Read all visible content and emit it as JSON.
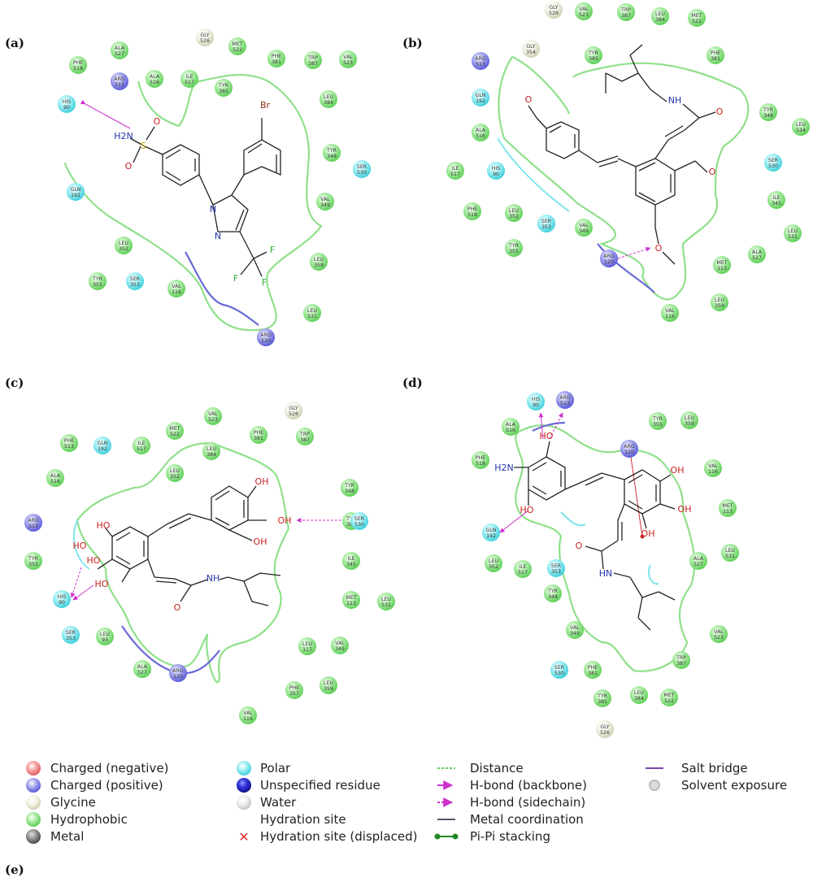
{
  "panels": {
    "a": {
      "label": "(a)"
    },
    "b": {
      "label": "(b)"
    },
    "c": {
      "label": "(c)"
    },
    "d": {
      "label": "(d)"
    },
    "e": {
      "label": "(e)"
    }
  },
  "residue_colors": {
    "hydrophobic": "#8ee08a",
    "polar": "#7fe6ee",
    "positive": "#8a8ae8",
    "glycine": "#ebebd8",
    "negative": "#f08080",
    "metal": "#8a8a8a",
    "unspecified": "#2a2acc",
    "water": "#dddddd"
  },
  "residues": {
    "a": [
      {
        "name": "PHE",
        "num": "518",
        "type": "hydrophobic"
      },
      {
        "name": "ALA",
        "num": "527",
        "type": "hydrophobic"
      },
      {
        "name": "ARG",
        "num": "513",
        "type": "positive"
      },
      {
        "name": "ALA",
        "num": "516",
        "type": "hydrophobic"
      },
      {
        "name": "GLY",
        "num": "526",
        "type": "glycine"
      },
      {
        "name": "ILE",
        "num": "517",
        "type": "hydrophobic"
      },
      {
        "name": "MET",
        "num": "522",
        "type": "hydrophobic"
      },
      {
        "name": "TYR",
        "num": "385",
        "type": "hydrophobic"
      },
      {
        "name": "PHE",
        "num": "381",
        "type": "hydrophobic"
      },
      {
        "name": "TRP",
        "num": "387",
        "type": "hydrophobic"
      },
      {
        "name": "VAL",
        "num": "523",
        "type": "hydrophobic"
      },
      {
        "name": "LEU",
        "num": "384",
        "type": "hydrophobic"
      },
      {
        "name": "HIS",
        "num": "90",
        "type": "polar"
      },
      {
        "name": "TYR",
        "num": "348",
        "type": "hydrophobic"
      },
      {
        "name": "GLN",
        "num": "192",
        "type": "polar"
      },
      {
        "name": "SER",
        "num": "530",
        "type": "polar"
      },
      {
        "name": "VAL",
        "num": "349",
        "type": "hydrophobic"
      },
      {
        "name": "LEU",
        "num": "352",
        "type": "hydrophobic"
      },
      {
        "name": "LEU",
        "num": "359",
        "type": "hydrophobic"
      },
      {
        "name": "TYR",
        "num": "355",
        "type": "hydrophobic"
      },
      {
        "name": "SER",
        "num": "353",
        "type": "polar"
      },
      {
        "name": "VAL",
        "num": "116",
        "type": "hydrophobic"
      },
      {
        "name": "LEU",
        "num": "531",
        "type": "hydrophobic"
      },
      {
        "name": "ARG",
        "num": "120",
        "type": "positive"
      }
    ],
    "b": [
      {
        "name": "GLY",
        "num": "526",
        "type": "glycine"
      },
      {
        "name": "VAL",
        "num": "523",
        "type": "hydrophobic"
      },
      {
        "name": "TRP",
        "num": "387",
        "type": "hydrophobic"
      },
      {
        "name": "LEU",
        "num": "384",
        "type": "hydrophobic"
      },
      {
        "name": "MET",
        "num": "522",
        "type": "hydrophobic"
      },
      {
        "name": "ARG",
        "num": "513",
        "type": "positive"
      },
      {
        "name": "GLY",
        "num": "354",
        "type": "glycine"
      },
      {
        "name": "TYR",
        "num": "385",
        "type": "hydrophobic"
      },
      {
        "name": "PHE",
        "num": "381",
        "type": "hydrophobic"
      },
      {
        "name": "GLN",
        "num": "192",
        "type": "polar"
      },
      {
        "name": "TYR",
        "num": "348",
        "type": "hydrophobic"
      },
      {
        "name": "LEU",
        "num": "534",
        "type": "hydrophobic"
      },
      {
        "name": "ALA",
        "num": "516",
        "type": "hydrophobic"
      },
      {
        "name": "SER",
        "num": "530",
        "type": "polar"
      },
      {
        "name": "ILE",
        "num": "517",
        "type": "hydrophobic"
      },
      {
        "name": "HIS",
        "num": "90",
        "type": "polar"
      },
      {
        "name": "ILE",
        "num": "345",
        "type": "hydrophobic"
      },
      {
        "name": "PHE",
        "num": "518",
        "type": "hydrophobic"
      },
      {
        "name": "LEU",
        "num": "352",
        "type": "hydrophobic"
      },
      {
        "name": "SER",
        "num": "353",
        "type": "polar"
      },
      {
        "name": "VAL",
        "num": "349",
        "type": "hydrophobic"
      },
      {
        "name": "LEU",
        "num": "531",
        "type": "hydrophobic"
      },
      {
        "name": "TYR",
        "num": "355",
        "type": "hydrophobic"
      },
      {
        "name": "ALA",
        "num": "527",
        "type": "hydrophobic"
      },
      {
        "name": "ARG",
        "num": "120",
        "type": "positive"
      },
      {
        "name": "MET",
        "num": "113",
        "type": "hydrophobic"
      },
      {
        "name": "LEU",
        "num": "359",
        "type": "hydrophobic"
      },
      {
        "name": "VAL",
        "num": "116",
        "type": "hydrophobic"
      }
    ],
    "c": [
      {
        "name": "VAL",
        "num": "523",
        "type": "hydrophobic"
      },
      {
        "name": "GLY",
        "num": "526",
        "type": "glycine"
      },
      {
        "name": "MET",
        "num": "522",
        "type": "hydrophobic"
      },
      {
        "name": "PHE",
        "num": "381",
        "type": "hydrophobic"
      },
      {
        "name": "TRP",
        "num": "387",
        "type": "hydrophobic"
      },
      {
        "name": "PHE",
        "num": "513",
        "type": "hydrophobic"
      },
      {
        "name": "GLN",
        "num": "192",
        "type": "polar"
      },
      {
        "name": "ILE",
        "num": "517",
        "type": "hydrophobic"
      },
      {
        "name": "LEU",
        "num": "384",
        "type": "hydrophobic"
      },
      {
        "name": "LEU",
        "num": "352",
        "type": "hydrophobic"
      },
      {
        "name": "ALA",
        "num": "516",
        "type": "hydrophobic"
      },
      {
        "name": "TYR",
        "num": "348",
        "type": "hydrophobic"
      },
      {
        "name": "ARG",
        "num": "513",
        "type": "positive"
      },
      {
        "name": "TYR",
        "num": "385",
        "type": "hydrophobic"
      },
      {
        "name": "SER",
        "num": "530",
        "type": "polar"
      },
      {
        "name": "TYR",
        "num": "355",
        "type": "hydrophobic"
      },
      {
        "name": "ILE",
        "num": "345",
        "type": "hydrophobic"
      },
      {
        "name": "HIS",
        "num": "90",
        "type": "polar"
      },
      {
        "name": "MET",
        "num": "113",
        "type": "hydrophobic"
      },
      {
        "name": "LEU",
        "num": "531",
        "type": "hydrophobic"
      },
      {
        "name": "SER",
        "num": "353",
        "type": "polar"
      },
      {
        "name": "LEU",
        "num": "93",
        "type": "hydrophobic"
      },
      {
        "name": "LEU",
        "num": "117",
        "type": "hydrophobic"
      },
      {
        "name": "VAL",
        "num": "349",
        "type": "hydrophobic"
      },
      {
        "name": "ALA",
        "num": "527",
        "type": "hydrophobic"
      },
      {
        "name": "ARG",
        "num": "120",
        "type": "positive"
      },
      {
        "name": "PHE",
        "num": "357",
        "type": "hydrophobic"
      },
      {
        "name": "LEU",
        "num": "359",
        "type": "hydrophobic"
      },
      {
        "name": "VAL",
        "num": "116",
        "type": "hydrophobic"
      }
    ],
    "d": [
      {
        "name": "HIS",
        "num": "90",
        "type": "polar"
      },
      {
        "name": "ARG",
        "num": "513",
        "type": "positive"
      },
      {
        "name": "ALA",
        "num": "516",
        "type": "hydrophobic"
      },
      {
        "name": "ARG",
        "num": "120",
        "type": "positive"
      },
      {
        "name": "TYR",
        "num": "355",
        "type": "hydrophobic"
      },
      {
        "name": "LEU",
        "num": "359",
        "type": "hydrophobic"
      },
      {
        "name": "PHE",
        "num": "518",
        "type": "hydrophobic"
      },
      {
        "name": "VAL",
        "num": "116",
        "type": "hydrophobic"
      },
      {
        "name": "MET",
        "num": "113",
        "type": "hydrophobic"
      },
      {
        "name": "GLN",
        "num": "192",
        "type": "polar"
      },
      {
        "name": "LEU",
        "num": "352",
        "type": "hydrophobic"
      },
      {
        "name": "ILE",
        "num": "517",
        "type": "hydrophobic"
      },
      {
        "name": "SER",
        "num": "353",
        "type": "polar"
      },
      {
        "name": "ALA",
        "num": "527",
        "type": "hydrophobic"
      },
      {
        "name": "LEU",
        "num": "531",
        "type": "hydrophobic"
      },
      {
        "name": "TYR",
        "num": "348",
        "type": "hydrophobic"
      },
      {
        "name": "VAL",
        "num": "349",
        "type": "hydrophobic"
      },
      {
        "name": "VAL",
        "num": "523",
        "type": "hydrophobic"
      },
      {
        "name": "SER",
        "num": "530",
        "type": "polar"
      },
      {
        "name": "PHE",
        "num": "381",
        "type": "hydrophobic"
      },
      {
        "name": "TRP",
        "num": "387",
        "type": "hydrophobic"
      },
      {
        "name": "TYR",
        "num": "385",
        "type": "hydrophobic"
      },
      {
        "name": "LEU",
        "num": "384",
        "type": "hydrophobic"
      },
      {
        "name": "MET",
        "num": "522",
        "type": "hydrophobic"
      },
      {
        "name": "GLY",
        "num": "526",
        "type": "glycine"
      }
    ]
  },
  "atoms": {
    "a": [
      "H2N",
      "S",
      "O",
      "O",
      "N",
      "N",
      "Br",
      "F",
      "F",
      "F"
    ],
    "b": [
      "O",
      "NH",
      "O",
      "O",
      "O"
    ],
    "c": [
      "OH",
      "OH",
      "OH",
      "HO",
      "HO",
      "HO",
      "HO",
      "O",
      "NH"
    ],
    "d": [
      "HO",
      "H2N",
      "HO",
      "OH",
      "OH",
      "OH",
      "O",
      "HN"
    ]
  },
  "legend": {
    "col1": [
      "Charged (negative)",
      "Charged (positive)",
      "Glycine",
      "Hydrophobic",
      "Metal"
    ],
    "col2": [
      "Polar",
      "Unspecified residue",
      "Water",
      "Hydration site",
      "Hydration site (displaced)"
    ],
    "col3": [
      "Distance",
      "H-bond (backbone)",
      "H-bond (sidechain)",
      "Metal coordination",
      "Pi-Pi stacking"
    ],
    "col4": [
      "Salt bridge",
      "Solvent exposure"
    ]
  }
}
